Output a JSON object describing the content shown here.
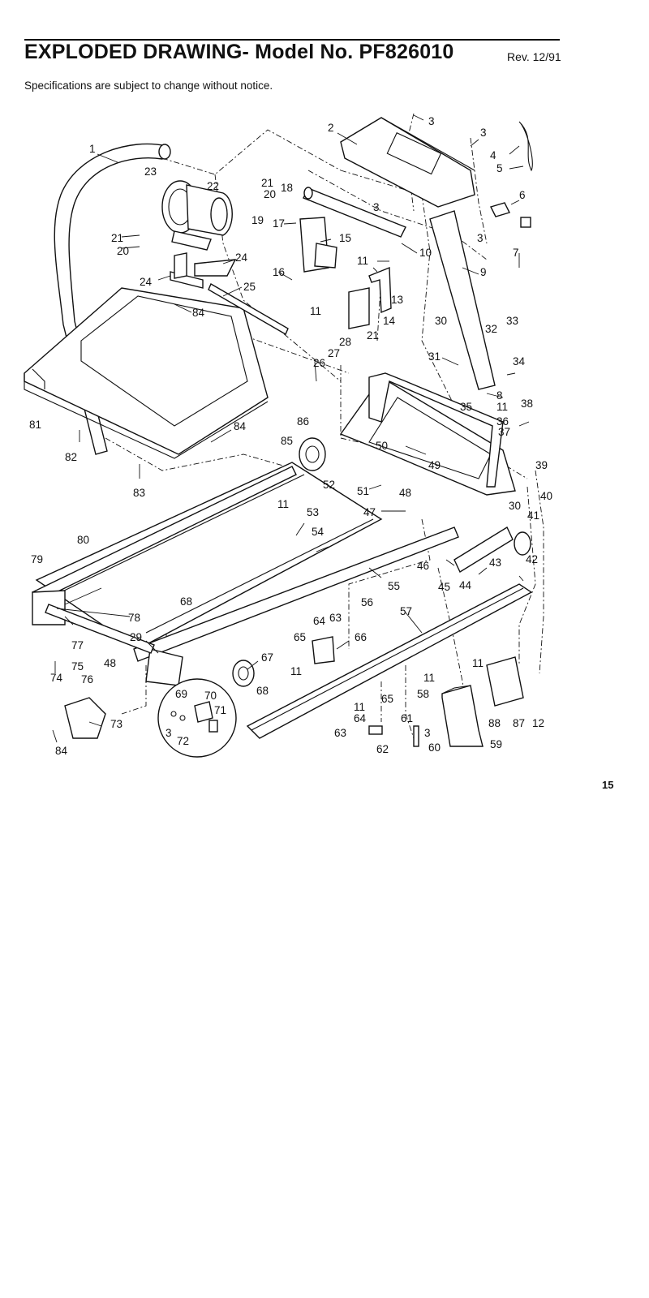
{
  "header": {
    "title": "EXPLODED DRAWING- Model No. PF826010",
    "revision": "Rev. 12/91",
    "subtitle": "Specifications are subject to change without notice."
  },
  "page_number": "15",
  "callouts": [
    {
      "id": "1"
    },
    {
      "id": "2"
    },
    {
      "id": "3"
    },
    {
      "id": "4"
    },
    {
      "id": "5"
    },
    {
      "id": "6"
    },
    {
      "id": "7"
    },
    {
      "id": "8"
    },
    {
      "id": "9"
    },
    {
      "id": "10"
    },
    {
      "id": "11"
    },
    {
      "id": "12"
    },
    {
      "id": "13"
    },
    {
      "id": "14"
    },
    {
      "id": "15"
    },
    {
      "id": "16"
    },
    {
      "id": "17"
    },
    {
      "id": "18"
    },
    {
      "id": "19"
    },
    {
      "id": "20"
    },
    {
      "id": "21"
    },
    {
      "id": "22"
    },
    {
      "id": "23"
    },
    {
      "id": "24"
    },
    {
      "id": "25"
    },
    {
      "id": "26"
    },
    {
      "id": "27"
    },
    {
      "id": "28"
    },
    {
      "id": "29"
    },
    {
      "id": "30"
    },
    {
      "id": "31"
    },
    {
      "id": "32"
    },
    {
      "id": "33"
    },
    {
      "id": "34"
    },
    {
      "id": "35"
    },
    {
      "id": "36"
    },
    {
      "id": "37"
    },
    {
      "id": "38"
    },
    {
      "id": "39"
    },
    {
      "id": "40"
    },
    {
      "id": "41"
    },
    {
      "id": "42"
    },
    {
      "id": "43"
    },
    {
      "id": "44"
    },
    {
      "id": "45"
    },
    {
      "id": "46"
    },
    {
      "id": "47"
    },
    {
      "id": "48"
    },
    {
      "id": "49"
    },
    {
      "id": "50"
    },
    {
      "id": "51"
    },
    {
      "id": "52"
    },
    {
      "id": "53"
    },
    {
      "id": "54"
    },
    {
      "id": "55"
    },
    {
      "id": "56"
    },
    {
      "id": "57"
    },
    {
      "id": "58"
    },
    {
      "id": "59"
    },
    {
      "id": "60"
    },
    {
      "id": "61"
    },
    {
      "id": "62"
    },
    {
      "id": "63"
    },
    {
      "id": "64"
    },
    {
      "id": "65"
    },
    {
      "id": "66"
    },
    {
      "id": "67"
    },
    {
      "id": "68"
    },
    {
      "id": "69"
    },
    {
      "id": "70"
    },
    {
      "id": "71"
    },
    {
      "id": "72"
    },
    {
      "id": "73"
    },
    {
      "id": "74"
    },
    {
      "id": "75"
    },
    {
      "id": "76"
    },
    {
      "id": "77"
    },
    {
      "id": "78"
    },
    {
      "id": "79"
    },
    {
      "id": "80"
    },
    {
      "id": "81"
    },
    {
      "id": "82"
    },
    {
      "id": "83"
    },
    {
      "id": "84"
    },
    {
      "id": "85"
    },
    {
      "id": "86"
    },
    {
      "id": "87"
    },
    {
      "id": "88"
    }
  ]
}
